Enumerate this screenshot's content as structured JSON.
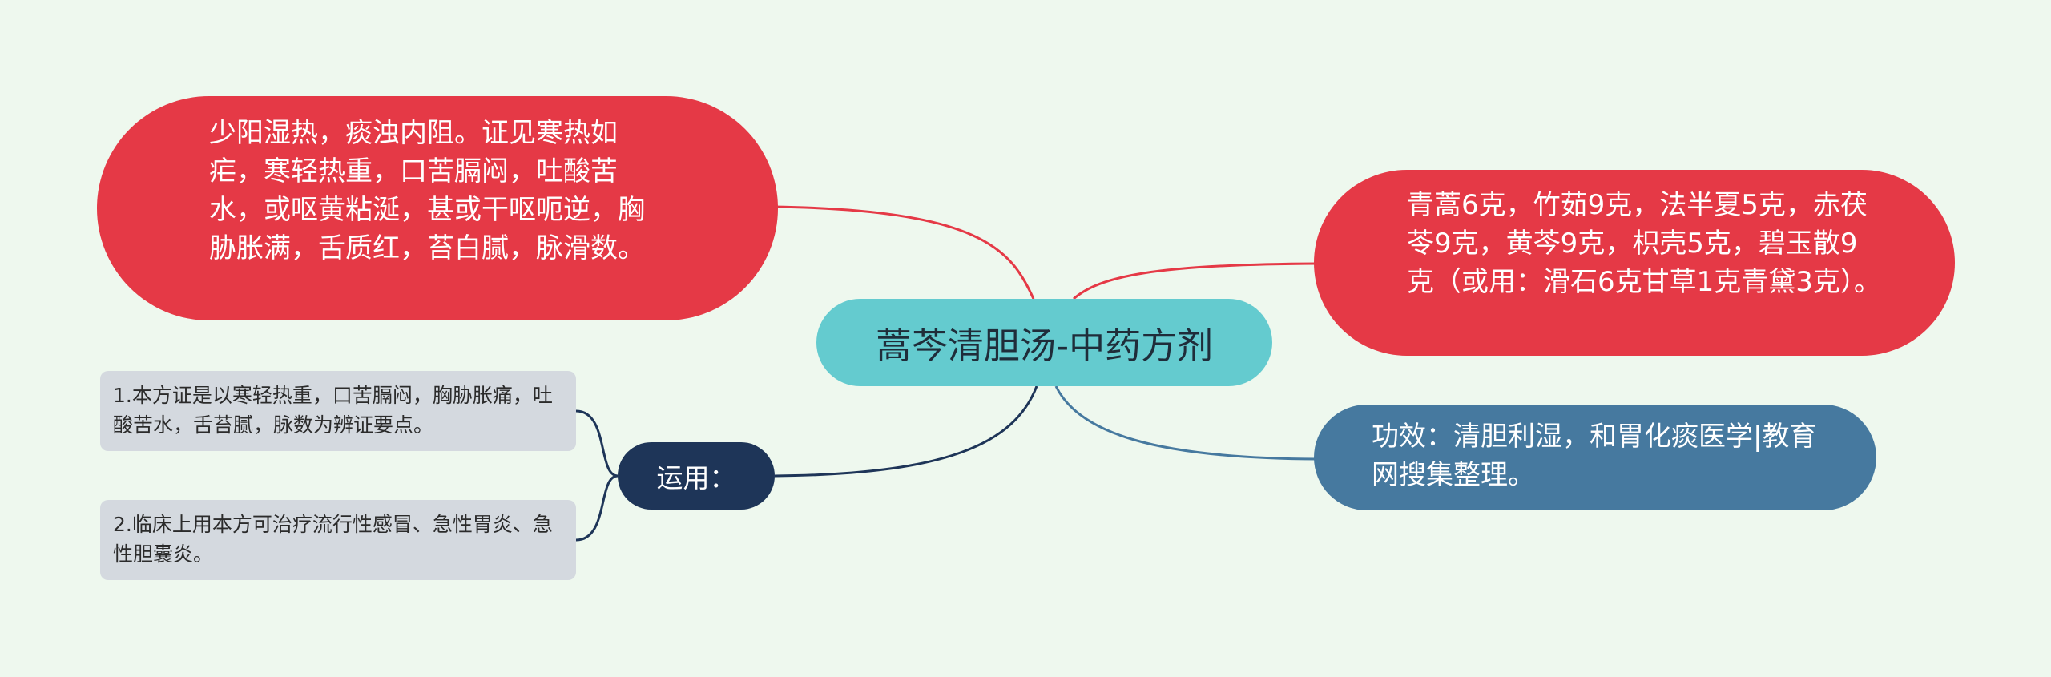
{
  "center": {
    "title": "蒿芩清胆汤-中药方剂"
  },
  "branches": {
    "indications": "少阳湿热，痰浊内阻。证见寒热如疟，寒轻热重，口苦膈闷，吐酸苦水，或呕黄粘涎，甚或干呕呃逆，胸胁胀满，舌质红，苔白腻，脉滑数。",
    "composition": "青蒿6克，竹茹9克，法半夏5克，赤茯苓9克，黄芩9克，枳壳5克，碧玉散9克（或用：滑石6克甘草1克青黛3克）。",
    "efficacy": "功效：清胆利湿，和胃化痰医学|教育网搜集整理。",
    "usage": {
      "label": "运用：",
      "items": [
        "1.本方证是以寒轻热重，口苦膈闷，胸胁胀痛，吐酸苦水，舌苔腻，脉数为辨证要点。",
        "2.临床上用本方可治疗流行性感冒、急性胃炎、急性胆囊炎。"
      ]
    }
  },
  "colors": {
    "background": "#eef8ee",
    "center": "#64cbcf",
    "red": "#e53946",
    "blue": "#46799f",
    "navy": "#1e3558",
    "leaf": "#d4d9df"
  }
}
